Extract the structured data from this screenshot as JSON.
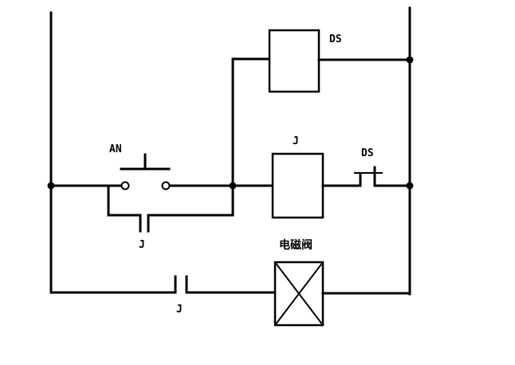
{
  "diagram": {
    "labels": {
      "ds_coil": "DS",
      "an_button": "AN",
      "j_coil": "J",
      "ds_contact": "DS",
      "j_contact_upper": "J",
      "solenoid_valve": "电磁阀",
      "j_contact_lower": "J"
    }
  }
}
